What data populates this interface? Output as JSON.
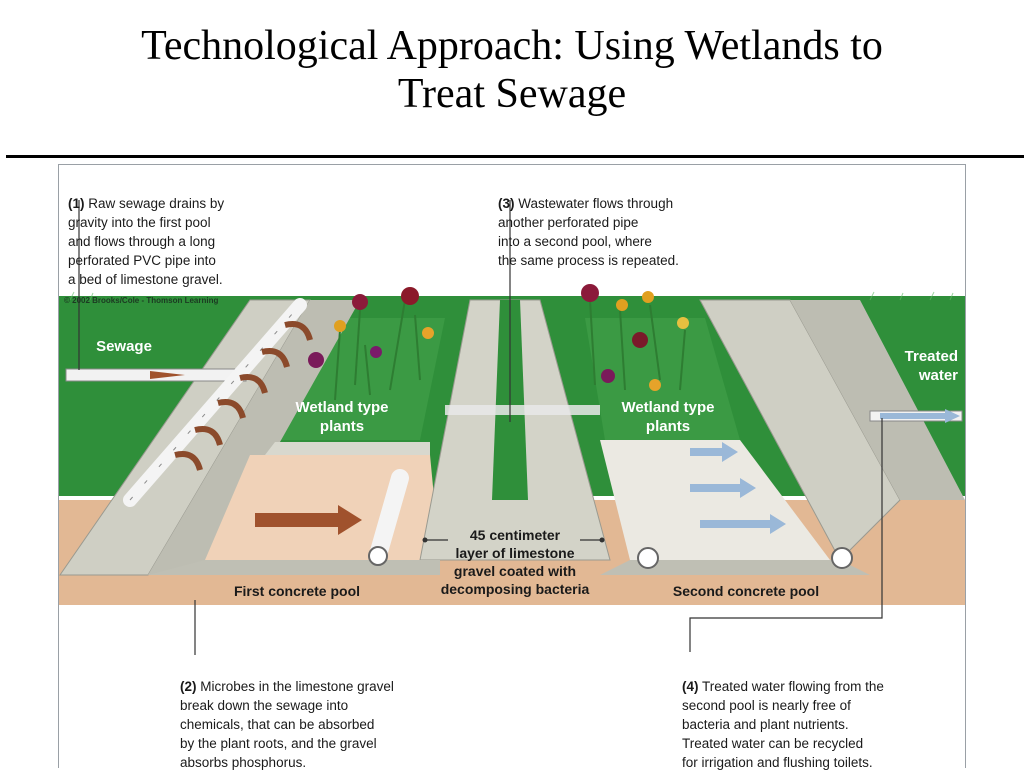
{
  "slide": {
    "title_line1": "Technological Approach:  Using Wetlands to",
    "title_line2": "Treat Sewage"
  },
  "diagram": {
    "copyright": "© 2002 Brooks/Cole - Thomson Learning",
    "labels": {
      "sewage": "Sewage",
      "treated_water": "Treated\nwater",
      "wetland_plants_left": "Wetland type\nplants",
      "wetland_plants_right": "Wetland type\nplants",
      "limestone_layer": "45 centimeter\nlayer of limestone\ngravel coated with\ndecomposing bacteria",
      "first_pool": "First concrete pool",
      "second_pool": "Second concrete pool"
    },
    "steps": [
      {
        "num": "(1)",
        "text": "Raw sewage drains by\ngravity into the first pool\nand flows through a long\nperforated PVC pipe into\na bed of limestone gravel."
      },
      {
        "num": "(2)",
        "text": "Microbes in the limestone gravel\nbreak down the sewage into\nchemicals, that can be absorbed\nby the plant roots, and the gravel\nabsorbs phosphorus."
      },
      {
        "num": "(3)",
        "text": "Wastewater flows through\nanother perforated pipe\ninto a second pool, where\nthe same process is repeated."
      },
      {
        "num": "(4)",
        "text": "Treated water flowing from the\nsecond pool is nearly free of\nbacteria and plant nutrients.\nTreated water can be recycled\nfor irrigation and flushing toilets."
      }
    ],
    "colors": {
      "grass": "#2f8f3a",
      "wetland": "#3b9a44",
      "soil": "#e2b894",
      "concrete": "#cfcfc4",
      "flow_arrow": "#a0522d",
      "treated_arrow": "#9ab8d8"
    }
  }
}
